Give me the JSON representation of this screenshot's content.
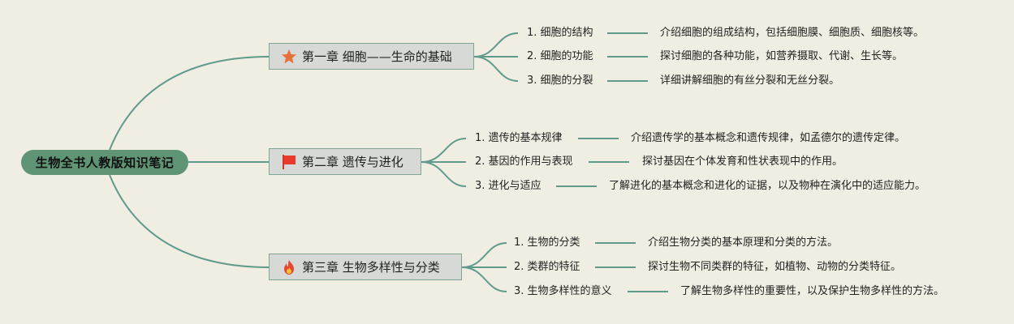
{
  "root": {
    "label": "生物全书人教版知识笔记"
  },
  "chapters": [
    {
      "label": "第一章 细胞——生命的基础",
      "icon": "star-icon",
      "items": [
        {
          "title": "1. 细胞的结构",
          "desc": "介绍细胞的组成结构，包括细胞膜、细胞质、细胞核等。"
        },
        {
          "title": "2. 细胞的功能",
          "desc": "探讨细胞的各种功能，如营养摄取、代谢、生长等。"
        },
        {
          "title": "3. 细胞的分裂",
          "desc": "详细讲解细胞的有丝分裂和无丝分裂。"
        }
      ]
    },
    {
      "label": "第二章 遗传与进化",
      "icon": "flag-icon",
      "items": [
        {
          "title": "1. 遗传的基本规律",
          "desc": "介绍遗传学的基本概念和遗传规律，如孟德尔的遗传定律。"
        },
        {
          "title": "2. 基因的作用与表现",
          "desc": "探讨基因在个体发育和性状表现中的作用。"
        },
        {
          "title": "3. 进化与适应",
          "desc": "了解进化的基本概念和进化的证据，以及物种在演化中的适应能力。"
        }
      ]
    },
    {
      "label": "第三章 生物多样性与分类",
      "icon": "fire-icon",
      "items": [
        {
          "title": "1. 生物的分类",
          "desc": "介绍生物分类的基本原理和分类的方法。"
        },
        {
          "title": "2. 类群的特征",
          "desc": "探讨生物不同类群的特征，如植物、动物的分类特征。"
        },
        {
          "title": "3. 生物多样性的意义",
          "desc": "了解生物多样性的重要性，以及保护生物多样性的方法。"
        }
      ]
    }
  ],
  "colors": {
    "line": "#5f9a8a",
    "root_bg": "#5f9475",
    "chapter_bg": "#d6d9d5",
    "chapter_border": "#7fa595",
    "background": "#f0ede2"
  }
}
